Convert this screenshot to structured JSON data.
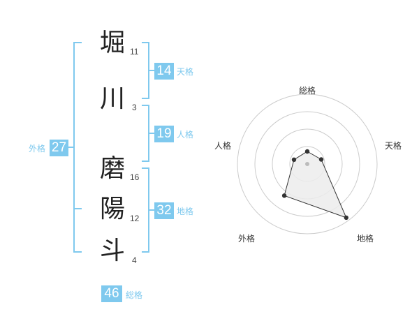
{
  "name": {
    "characters": [
      {
        "char": "堀",
        "strokes": "11"
      },
      {
        "char": "川",
        "strokes": "3"
      },
      {
        "char": "磨",
        "strokes": "16"
      },
      {
        "char": "陽",
        "strokes": "12"
      },
      {
        "char": "斗",
        "strokes": "4"
      }
    ]
  },
  "kakusu": {
    "tenkaku": {
      "value": "14",
      "label": "天格"
    },
    "jinkaku": {
      "value": "19",
      "label": "人格"
    },
    "chikaku": {
      "value": "32",
      "label": "地格"
    },
    "gaikaku": {
      "value": "27",
      "label": "外格"
    },
    "soukaku": {
      "value": "46",
      "label": "総格"
    }
  },
  "radar": {
    "axes": [
      "総格",
      "天格",
      "地格",
      "外格",
      "人格"
    ],
    "levels": 4,
    "scores": [
      0.18,
      0.21,
      0.95,
      0.56,
      0.2
    ],
    "colors": {
      "fill": "#ececec",
      "line": "#333333",
      "grid": "#cccccc",
      "center": "#bbbbbb"
    }
  },
  "colors": {
    "accent": "#7fc9ee"
  }
}
